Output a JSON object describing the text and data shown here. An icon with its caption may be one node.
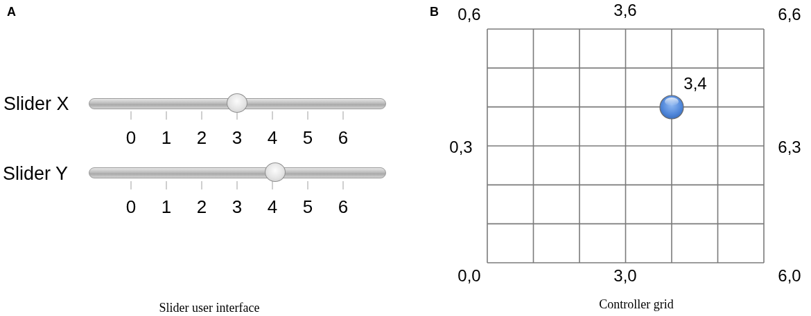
{
  "diagram": {
    "labels": [
      "A",
      "Slider X",
      "0",
      "1",
      "2",
      "3",
      "4",
      "5",
      "6",
      "Slider Y",
      "0",
      "1",
      "2",
      "3",
      "4",
      "5",
      "6",
      "Slider user interface",
      "B",
      "0,6",
      "3,6",
      "6,6",
      "3,4",
      "0,3",
      "6,3",
      "0,0",
      "3,0",
      "6,0",
      "Controller grid"
    ]
  }
}
